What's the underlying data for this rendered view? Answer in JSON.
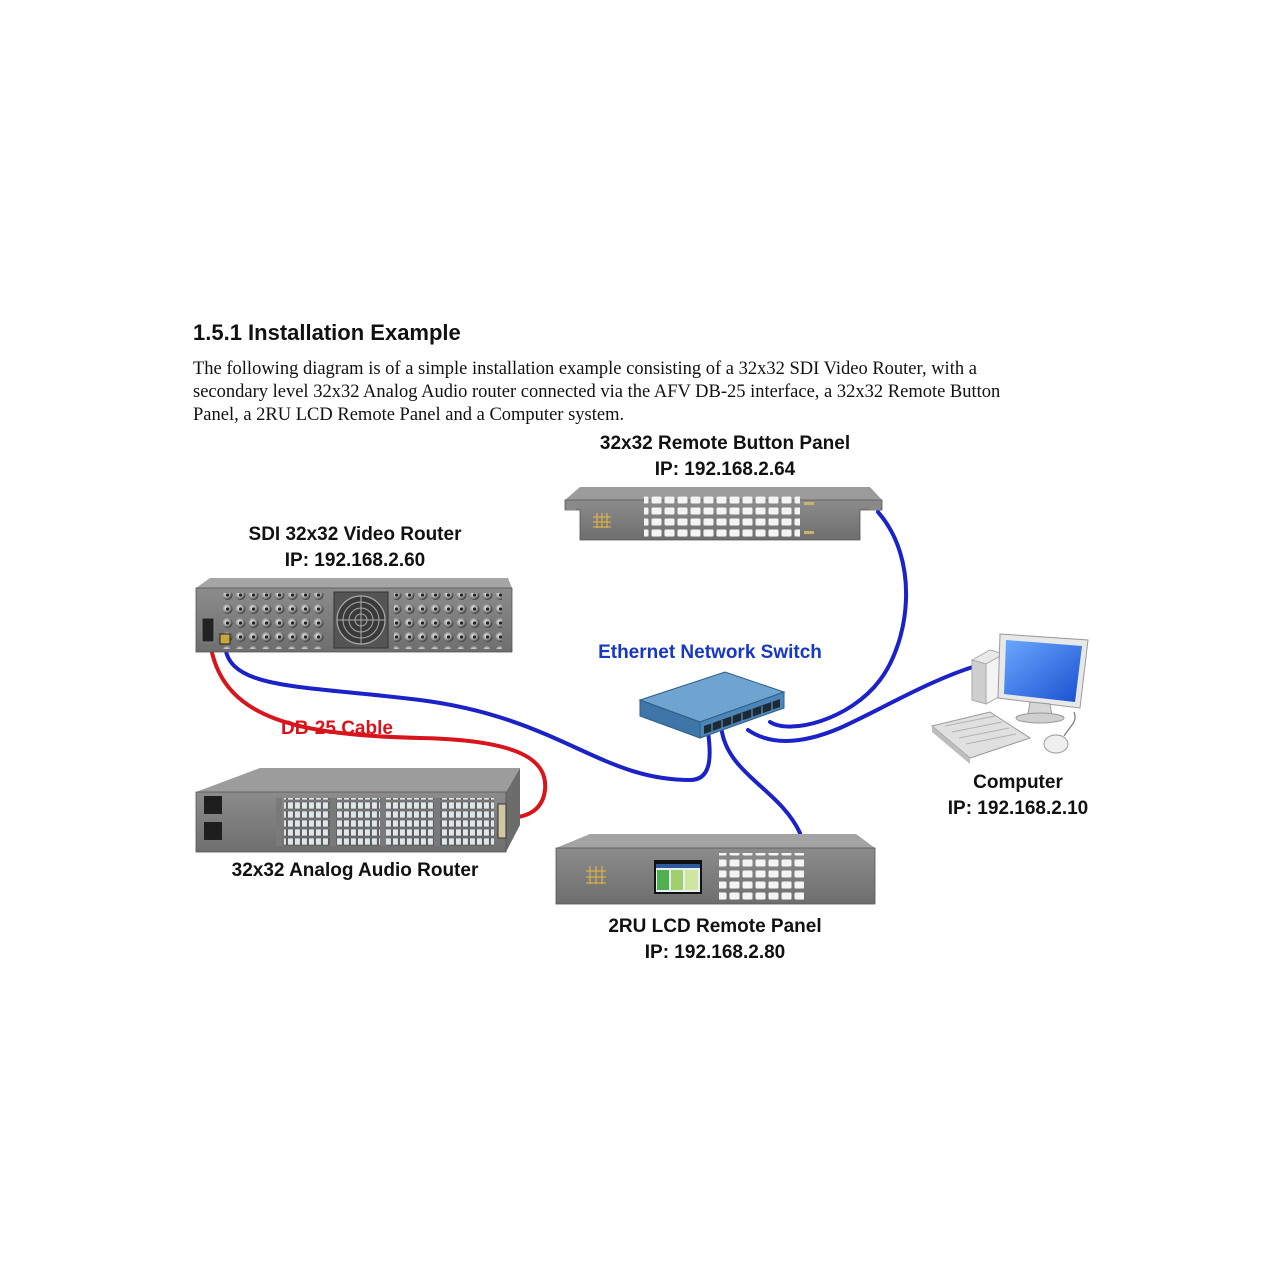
{
  "section": {
    "heading": "1.5.1 Installation Example",
    "paragraph_lines": [
      "The following diagram is of a simple installation example consisting of a 32x32 SDI Video Router, with a",
      "secondary level 32x32 Analog Audio router connected via the AFV DB-25 interface, a 32x32 Remote Button",
      "Panel, a 2RU LCD Remote Panel and a Computer system."
    ]
  },
  "devices": {
    "button_panel": {
      "name": "32x32 Remote Button Panel",
      "ip": "IP: 192.168.2.64"
    },
    "video_router": {
      "name": "SDI 32x32 Video Router",
      "ip": "IP: 192.168.2.60"
    },
    "switch": {
      "name": "Ethernet Network Switch"
    },
    "db25": {
      "name": "DB-25 Cable"
    },
    "audio_router": {
      "name": "32x32 Analog Audio Router"
    },
    "lcd_panel": {
      "name": "2RU LCD Remote Panel",
      "ip": "IP: 192.168.2.80"
    },
    "computer": {
      "name": "Computer",
      "ip": "IP: 192.168.2.10"
    }
  },
  "colors": {
    "ethernet_cable": "#1a22c8",
    "db25_cable": "#d8141c",
    "chassis": "#7d7d7d",
    "switch_body": "#4f87b8"
  }
}
